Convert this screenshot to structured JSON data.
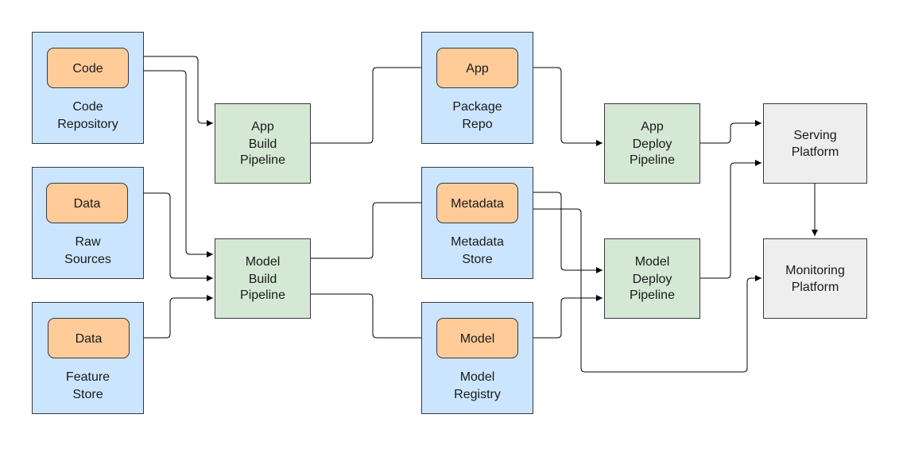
{
  "sources": {
    "code_repository": {
      "item": "Code",
      "label": [
        "Code",
        "Repository"
      ]
    },
    "raw_sources": {
      "item": "Data",
      "label": [
        "Raw",
        "Sources"
      ]
    },
    "feature_store": {
      "item": "Data",
      "label": [
        "Feature",
        "Store"
      ]
    }
  },
  "pipelines": {
    "app_build": [
      "App",
      "Build",
      "Pipeline"
    ],
    "model_build": [
      "Model",
      "Build",
      "Pipeline"
    ],
    "app_deploy": [
      "App",
      "Deploy",
      "Pipeline"
    ],
    "model_deploy": [
      "Model",
      "Deploy",
      "Pipeline"
    ]
  },
  "stores": {
    "package_repo": {
      "item": "App",
      "label": [
        "Package",
        "Repo"
      ]
    },
    "metadata_store": {
      "item": "Metadata",
      "label": [
        "Metadata",
        "Store"
      ]
    },
    "model_registry": {
      "item": "Model",
      "label": [
        "Model",
        "Registry"
      ]
    }
  },
  "platforms": {
    "serving": [
      "Serving",
      "Platform"
    ],
    "monitoring": [
      "Monitoring",
      "Platform"
    ]
  },
  "colors": {
    "container_fill": "#cce5ff",
    "item_fill": "#ffcc99",
    "pipeline_fill": "#d5e8d4",
    "platform_fill": "#eeeeee",
    "stroke": "#36393d"
  }
}
